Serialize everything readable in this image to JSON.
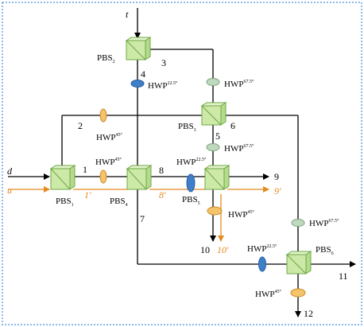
{
  "colors": {
    "frame": "#4A90D9",
    "beam_dark": "#000000",
    "beam_orange": "#E58A1E",
    "cube_fill": "#CDE9A8",
    "cube_stroke": "#6FA844",
    "hwp_blue": "#3F7FC9",
    "hwp_orange": "#F4C36A",
    "hwp_green": "#BFD9BE"
  },
  "inputs": {
    "t": "t",
    "d": "d",
    "u": "u"
  },
  "pbs": [
    "PBS",
    "PBS",
    "PBS",
    "PBS",
    "PBS",
    "PBS"
  ],
  "pbs_sub": [
    "2",
    "1",
    "3",
    "4",
    "5",
    "6"
  ],
  "hwp": {
    "prefix": "HWP",
    "a225": "22.5°",
    "a45": "45°",
    "a675": "67.5°"
  },
  "ports": {
    "p1": "1",
    "p1p": "1′",
    "p2": "2",
    "p3": "3",
    "p4": "4",
    "p5": "5",
    "p6": "6",
    "p7": "7",
    "p8": "8",
    "p8p": "8′",
    "p9": "9",
    "p9p": "9′",
    "p10": "10",
    "p10p": "10′",
    "p11": "11",
    "p12": "12"
  }
}
